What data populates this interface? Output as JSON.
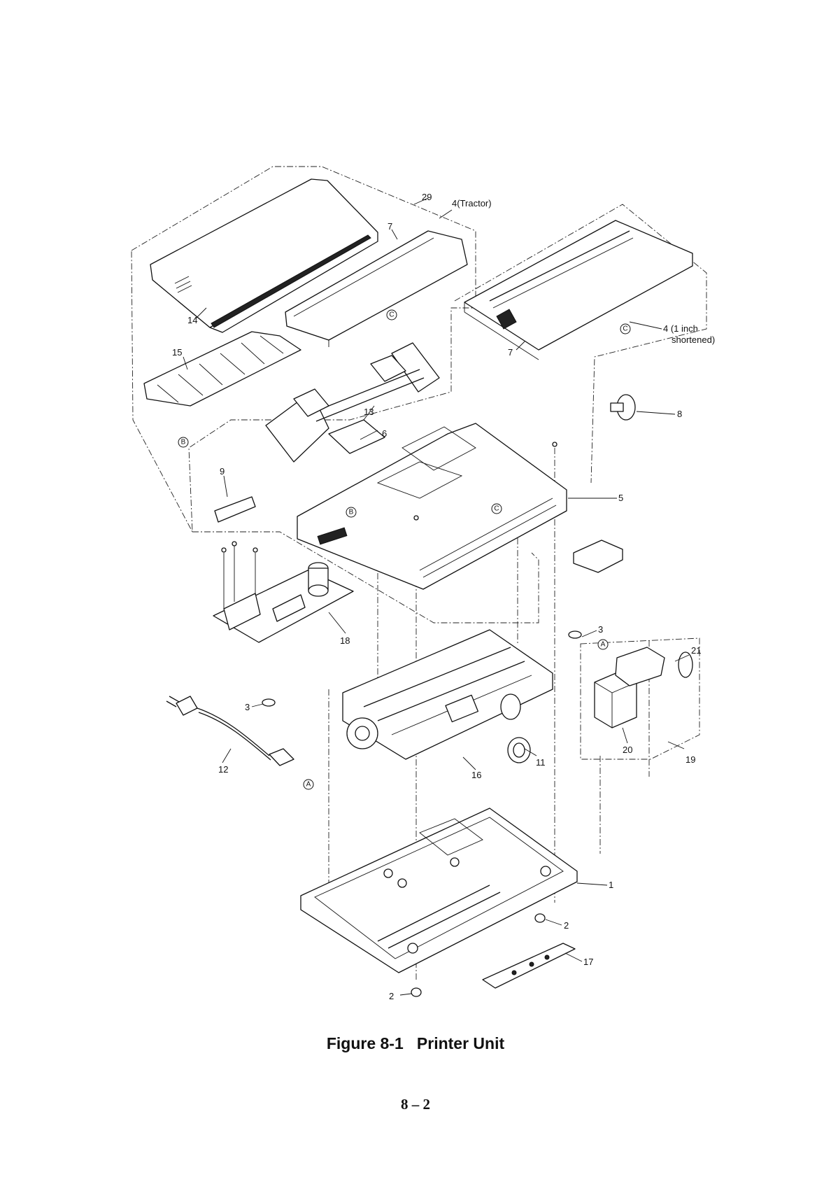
{
  "figure": {
    "caption": "Figure 8-1   Printer Unit",
    "page_number": "8 – 2"
  },
  "callouts": {
    "c1": "1",
    "c2a": "2",
    "c2b": "2",
    "c3a": "3",
    "c3b": "3",
    "c4_tractor": "4(Tractor)",
    "c4_shortened_1": "4 (1  inch",
    "c4_shortened_2": "shortened)",
    "c5": "5",
    "c6": "6",
    "c7a": "7",
    "c7b": "7",
    "c8": "8",
    "c9": "9",
    "c11": "11",
    "c12": "12",
    "c13": "13",
    "c14": "14",
    "c15": "15",
    "c16": "16",
    "c17": "17",
    "c18": "18",
    "c19": "19",
    "c20": "20",
    "c21": "21",
    "c29": "29"
  },
  "reference_marks": {
    "A": "A",
    "B": "B",
    "C": "C"
  }
}
